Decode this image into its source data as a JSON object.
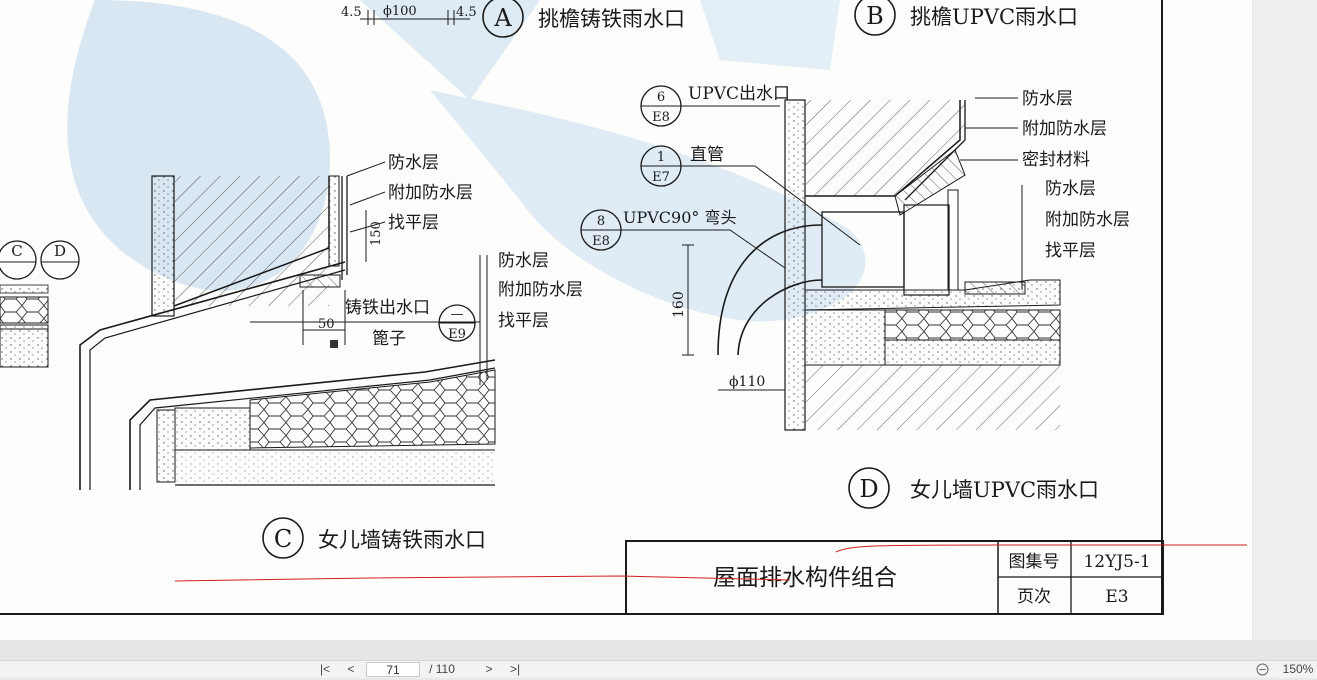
{
  "drawing": {
    "details": {
      "A": {
        "letter": "A",
        "title": "挑檐铸铁雨水口"
      },
      "B": {
        "letter": "B",
        "title": "挑檐UPVC雨水口"
      },
      "C": {
        "letter": "C",
        "title": "女儿墙铸铁雨水口"
      },
      "D": {
        "letter": "D",
        "title": "女儿墙UPVC雨水口"
      }
    },
    "dim_top": [
      "4.5",
      "ϕ100",
      "4.5"
    ],
    "left_refs": [
      "C",
      "D"
    ],
    "detail_c_labels": [
      "防水层",
      "附加防水层",
      "找平层",
      "防水层",
      "附加防水层",
      "找平层",
      "铸铁出水口",
      "篦子"
    ],
    "detail_c_dims": [
      "150",
      "50"
    ],
    "detail_c_ref": {
      "top": "—",
      "bottom": "E9"
    },
    "detail_d_labels": [
      "UPVC出水口",
      "直管",
      "UPVC90° 弯头",
      "防水层",
      "附加防水层",
      "密封材料",
      "防水层",
      "附加防水层",
      "找平层"
    ],
    "detail_d_refs": [
      {
        "top": "6",
        "bottom": "E8"
      },
      {
        "top": "1",
        "bottom": "E7"
      },
      {
        "top": "8",
        "bottom": "E8"
      }
    ],
    "detail_d_dims": [
      "160",
      "ϕ110"
    ],
    "title_block": {
      "title": "屋面排水构件组合",
      "atlas_label": "图集号",
      "atlas_value": "12YJ5-1",
      "page_label": "页次",
      "page_value": "E3"
    }
  },
  "toolbar": {
    "first_icon": "first-page-icon",
    "prev_icon": "prev-page-icon",
    "current_page": "71",
    "total_pages": "/ 110",
    "next_icon": "next-page-icon",
    "last_icon": "last-page-icon",
    "zoom_out_icon": "zoom-out-icon",
    "zoom_level": "150%"
  },
  "colors": {
    "ink": "#1a1a1a",
    "watermark": "#bcd6ec",
    "annotation": "#d02020"
  }
}
